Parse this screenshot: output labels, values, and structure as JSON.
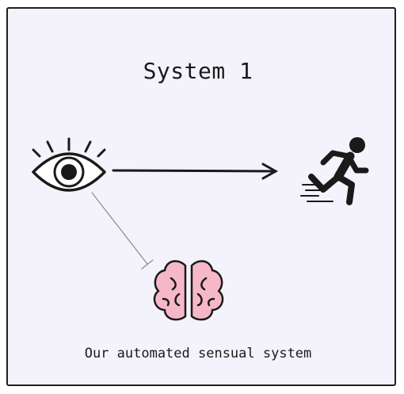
{
  "diagram": {
    "title": "System 1",
    "caption": "Our automated sensual system",
    "nodes": [
      {
        "id": "eye",
        "icon": "eye-icon"
      },
      {
        "id": "runner",
        "icon": "running-person-icon"
      },
      {
        "id": "brain",
        "icon": "brain-icon"
      }
    ],
    "edges": [
      {
        "from": "eye",
        "to": "runner",
        "style": "arrow"
      },
      {
        "from": "eye",
        "to": "brain",
        "style": "inhibition"
      }
    ],
    "colors": {
      "background": "#f4f2fb",
      "stroke": "#1a1a1a",
      "brain_fill": "#f6b8c8",
      "inhibition_line": "#8a8a8a"
    }
  }
}
